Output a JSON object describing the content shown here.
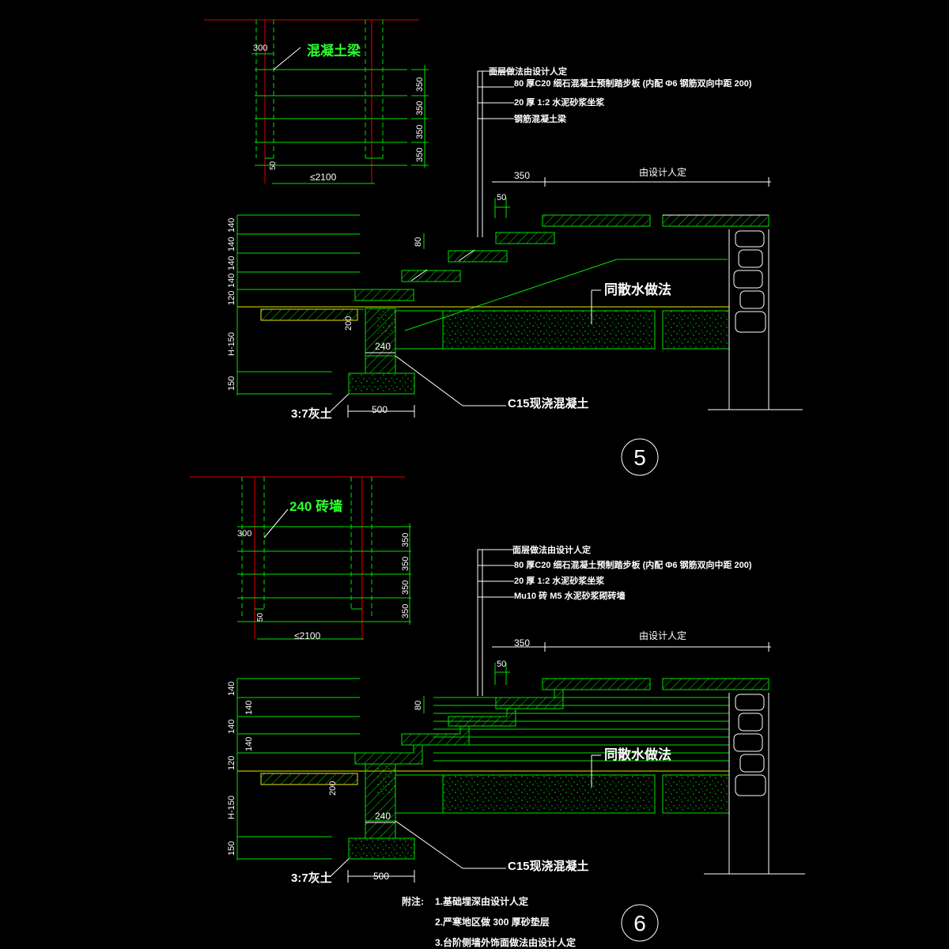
{
  "detail_5": {
    "plan_title": "混凝土梁",
    "plan_dim_width": "300",
    "plan_dim_50": "50",
    "plan_dim_span": "≤2100",
    "plan_steps": [
      "350",
      "350",
      "350",
      "350"
    ],
    "callouts": [
      "面层做法由设计人定",
      "80 厚C20 细石混凝土预制踏步板 (内配 Φ6 钢筋双向中距 200)",
      "20 厚 1:2 水泥砂浆坐浆",
      "钢筋混凝土梁"
    ],
    "dim_350": "350",
    "dim_50": "50",
    "dim_by_design": "由设计人定",
    "dim_80": "80",
    "left_dims": [
      "140",
      "140",
      "140",
      "140",
      "120",
      "H-150",
      "150"
    ],
    "dim_200": "200",
    "dim_240": "240",
    "dim_500": "500",
    "label_apron": "同散水做法",
    "label_c15": "C15现浇混凝土",
    "label_soil": "3:7灰土",
    "number": "5"
  },
  "detail_6": {
    "plan_title": "240 砖墙",
    "plan_dim_width": "300",
    "plan_dim_50": "50",
    "plan_dim_span": "≤2100",
    "plan_steps": [
      "350",
      "350",
      "350",
      "350"
    ],
    "callouts": [
      "面层做法由设计人定",
      "80 厚C20 细石混凝土预制踏步板 (内配 Φ6 钢筋双向中距 200)",
      "20 厚 1:2 水泥砂浆坐浆",
      "Mu10 砖 M5 水泥砂浆砌砖墙"
    ],
    "dim_350": "350",
    "dim_50": "50",
    "dim_by_design": "由设计人定",
    "dim_80": "80",
    "left_dims": [
      "140",
      "140",
      "140",
      "140",
      "120",
      "H-150",
      "150"
    ],
    "dim_200": "200",
    "dim_240": "240",
    "dim_500": "500",
    "label_apron": "同散水做法",
    "label_c15": "C15现浇混凝土",
    "label_soil": "3:7灰土",
    "number": "6"
  },
  "notes": {
    "heading": "附注:",
    "items": [
      "1.基础埋深由设计人定",
      "2.严寒地区做 300 厚砂垫层",
      "3.台阶侧墙外饰面做法由设计人定"
    ]
  },
  "colors": {
    "background": "#000000",
    "lines": "#00e000",
    "label_text": "#2cff2c",
    "red_lines": "#e00000"
  }
}
